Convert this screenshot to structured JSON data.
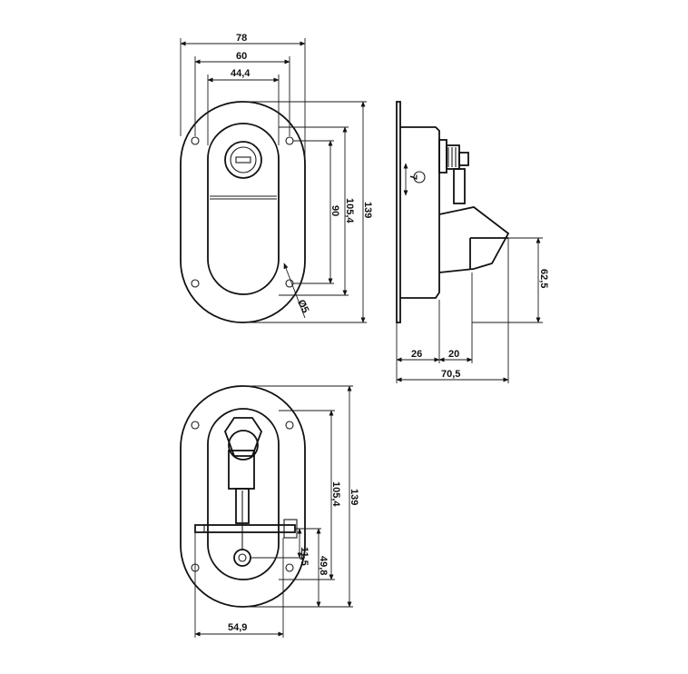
{
  "front_view": {
    "dim_width_outer": "78",
    "dim_width_holes": "60",
    "dim_width_bezel": "44,4",
    "dim_height_overall": "139",
    "dim_height_bezel": "105,4",
    "dim_height_holes": "90",
    "dim_hole_diameter": "Ø5"
  },
  "side_view": {
    "dim_small": "7",
    "dim_height": "62,5",
    "dim_depth_1": "26",
    "dim_depth_2": "20",
    "dim_depth_total": "70,5"
  },
  "rear_view": {
    "dim_height_overall": "139",
    "dim_height_bezel": "105,4",
    "dim_latch_offset": "11,5",
    "dim_latch_height": "49,8",
    "dim_latch_width": "54,9"
  },
  "icons": [
    "key-cylinder-icon",
    "hex-nut-icon",
    "mounting-hole-icon"
  ]
}
